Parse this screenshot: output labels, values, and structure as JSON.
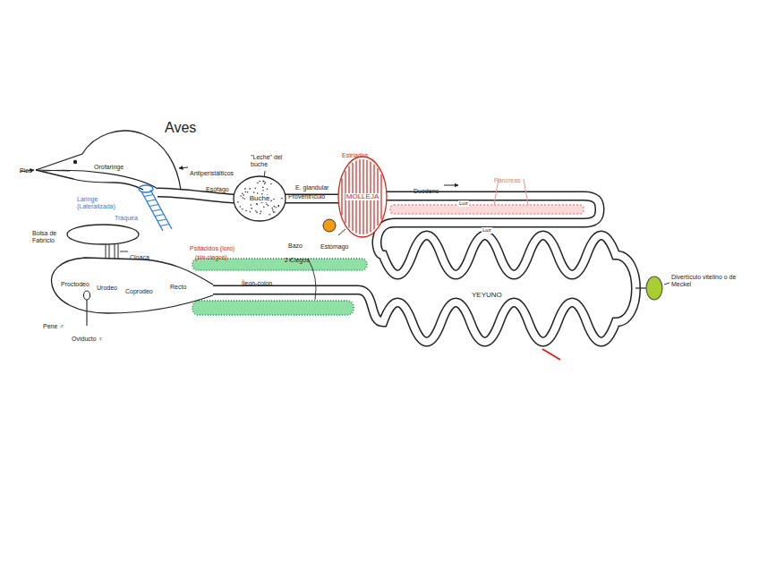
{
  "diagram": {
    "title": "Aves",
    "nodes": [
      {
        "text": [
          "Buche"
        ]
      },
      {
        "text": [
          "MOLLEJA"
        ]
      }
    ],
    "labels": [
      "Pico",
      "Orofaringe",
      "Antiperistálticos",
      "Laringe",
      "(Lateralizada)",
      "Tráquea",
      "Esófago",
      "\"Leche\" del buche",
      "E. glandular",
      "Proventrículo",
      "Estriados",
      "Duodeno",
      "Páncreas",
      "Luz",
      "Luz",
      "Bazo",
      "Estómago",
      "YEYUNO",
      "Divertículo vitelino o de Meckel",
      "Bolsa de Fabricio",
      "Cloaca",
      "Psitácidos (loro)",
      "(sin ciegos)",
      "2 Ciegos",
      "Íleon-colon",
      "Proctodeo",
      "Urodeo",
      "Coprodeo",
      "Recto",
      "Pene ♂",
      "Oviducto ♀"
    ]
  }
}
